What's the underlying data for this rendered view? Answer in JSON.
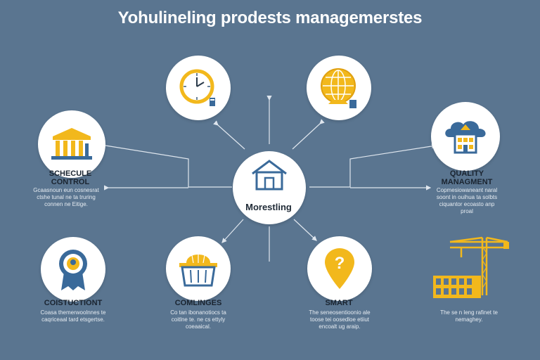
{
  "title": "Yohulineling prodests managemerstes",
  "center": {
    "label": "Morestling",
    "icon": "house-icon"
  },
  "nodes": {
    "clock": {
      "icon": "clock-icon"
    },
    "globe": {
      "icon": "globe-icon"
    },
    "schedule": {
      "icon": "building-columns-icon",
      "label": "SCHECULE\nCONTROL",
      "desc": "Gcaasnoun eun cosnesrat\nctshe tunal ne ta truring\nconnen ne Eitige."
    },
    "quality": {
      "icon": "cloud-building-icon",
      "label": "QUALITY\nMANAGMENT",
      "desc": "Copmesiowaneant naral\nsoont in ouihua ta solbts\nciquantor ecoasto anp\nproal"
    },
    "construction": {
      "icon": "award-badge-icon",
      "label": "COISTUCTIONT",
      "desc": "Coasa themerwoolnnes te\ncaqriceaal tard etsgertse."
    },
    "commings": {
      "icon": "basket-icon",
      "label": "COMLINGES",
      "desc": "Co tan ibonanotiocs ta\ncoitlne te. ne cs ettyly\ncoeaaical."
    },
    "smart": {
      "icon": "question-pin-icon",
      "label": "SMART",
      "desc": "The seneosentioonio ale\ntoose tei oosedloe etiiut\nencoalt ug araip."
    },
    "crane": {
      "icon": "crane-icon",
      "desc": "The se n leng rafinet te\nnemaghey."
    }
  },
  "colors": {
    "background": "#5a7590",
    "accent": "#f2b81c",
    "icon_blue": "#3a6a9a",
    "line": "#dfe6ee"
  }
}
